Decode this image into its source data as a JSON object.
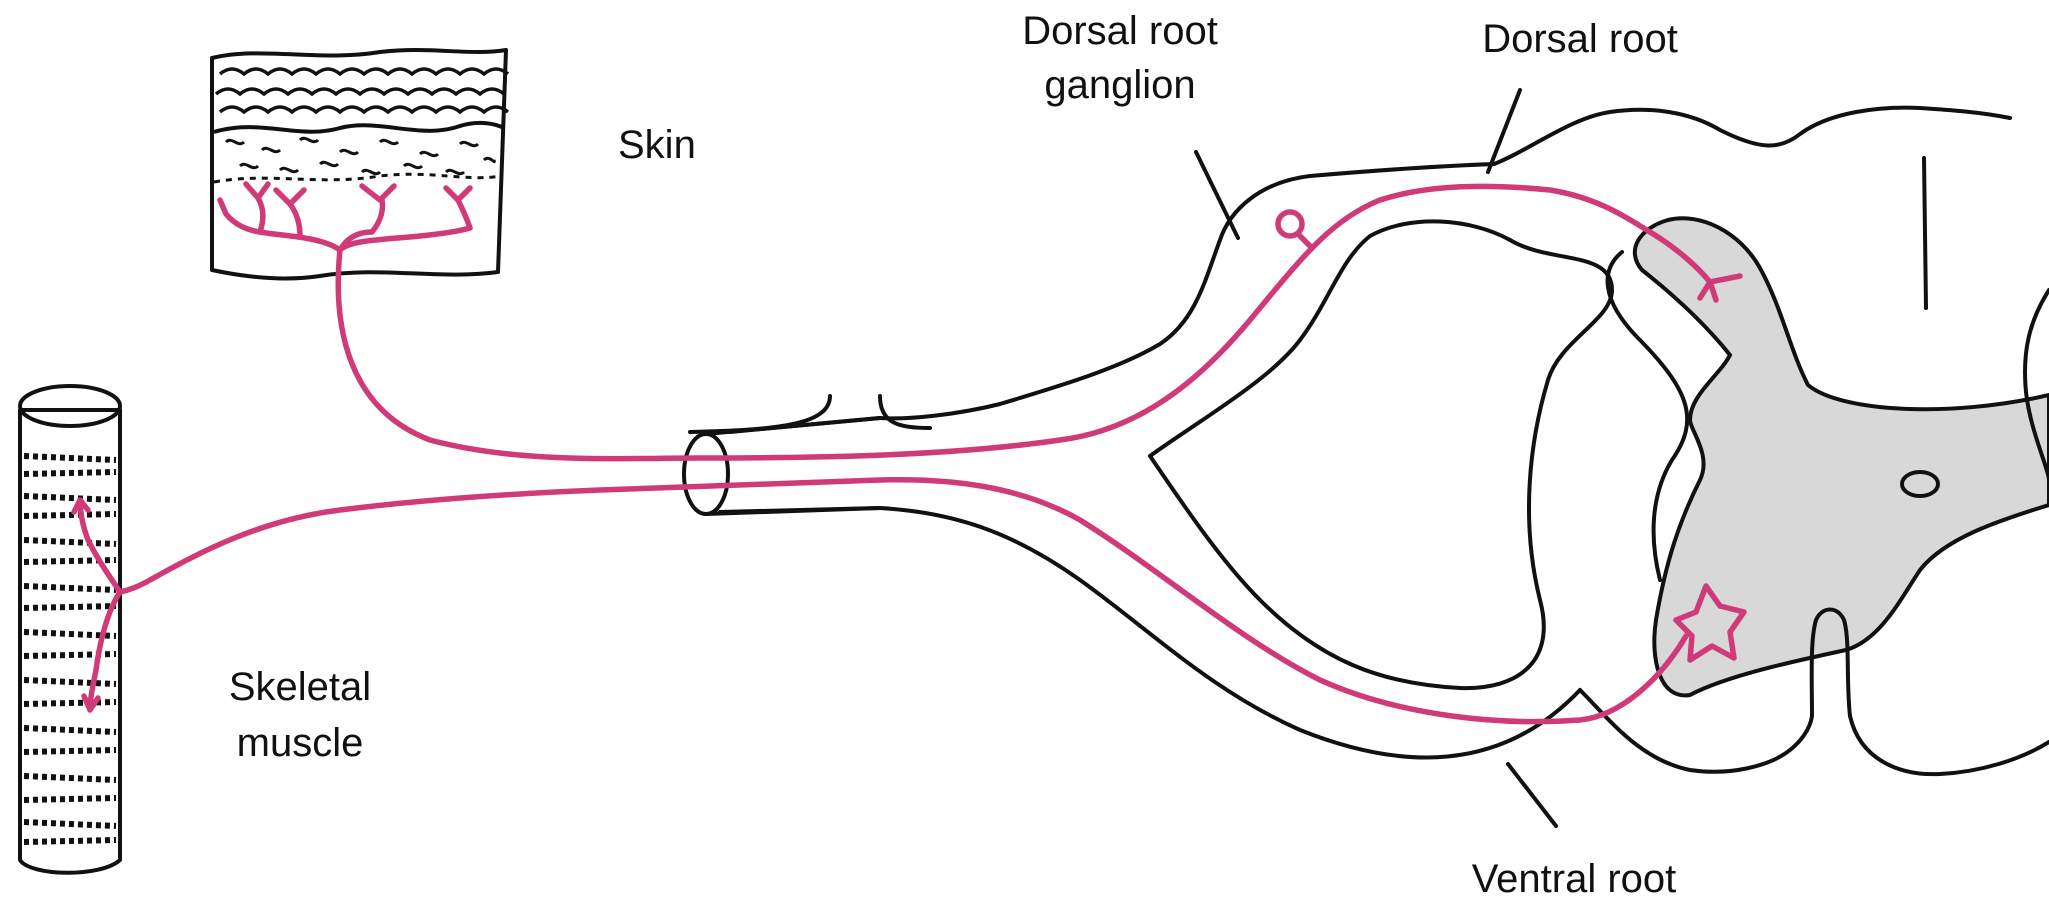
{
  "labels": {
    "skin": "Skin",
    "dorsal_root_ganglion_line1": "Dorsal root",
    "dorsal_root_ganglion_line2": "ganglion",
    "dorsal_root": "Dorsal root",
    "skeletal_muscle_line1": "Skeletal",
    "skeletal_muscle_line2": "muscle",
    "ventral_root": "Ventral root"
  },
  "colors": {
    "nerve": "#d03a78",
    "grey_matter": "#d8d8d8",
    "outline": "#111111",
    "background": "#ffffff"
  }
}
